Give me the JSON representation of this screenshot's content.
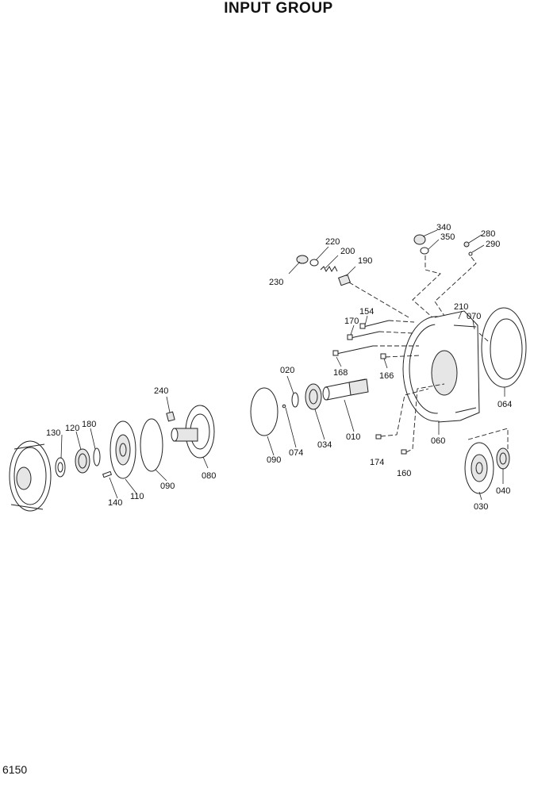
{
  "title": "INPUT GROUP",
  "page_number": "6150",
  "callouts": {
    "c010": "010",
    "c020": "020",
    "c030": "030",
    "c034": "034",
    "c040": "040",
    "c060": "060",
    "c064": "064",
    "c070": "070",
    "c074": "074",
    "c080": "080",
    "c090a": "090",
    "c090b": "090",
    "c110": "110",
    "c120": "120",
    "c130": "130",
    "c140": "140",
    "c154": "154",
    "c160": "160",
    "c166": "166",
    "c168": "168",
    "c170": "170",
    "c174": "174",
    "c180": "180",
    "c190": "190",
    "c200": "200",
    "c210": "210",
    "c220": "220",
    "c230": "230",
    "c240": "240",
    "c280": "280",
    "c290": "290",
    "c340": "340",
    "c350": "350"
  }
}
